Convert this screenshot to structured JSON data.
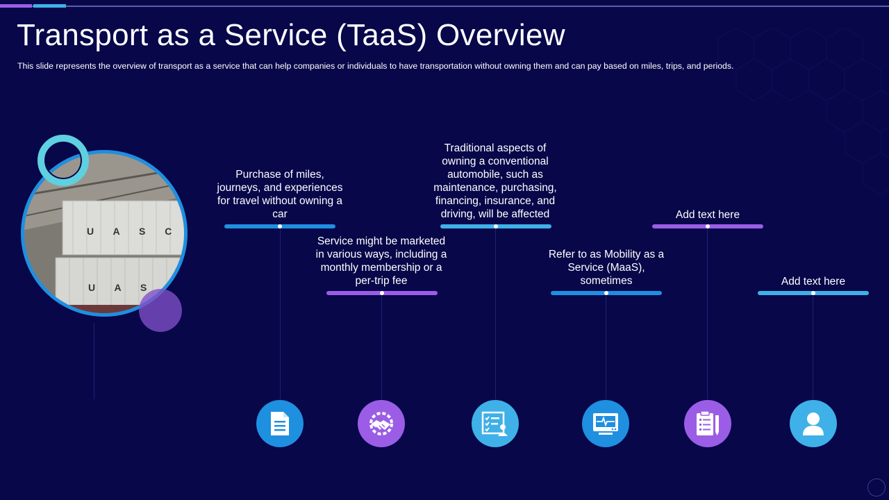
{
  "slide": {
    "title": "Transport as a Service (TaaS) Overview",
    "subtitle": "This slide represents the overview  of transport as a service that can help companies or individuals  to have  transportation without owning them and can pay based on miles, trips, and periods."
  },
  "photo": {
    "container_labels": [
      "U A S C",
      "U A S C"
    ]
  },
  "steps": [
    {
      "text": "Purchase of miles, journeys,  and experiences for travel without owning a car",
      "color": "#1f8fe0",
      "icon": "document-icon"
    },
    {
      "text": "Service might be marketed in various ways, including a monthly membership or a per-trip fee",
      "color": "#9b5de5",
      "icon": "handshake-icon"
    },
    {
      "text": "Traditional aspects of owning a conventional automobile, such as maintenance, purchasing, financing, insurance, and driving, will be affected",
      "color": "#3fb0e8",
      "icon": "checklist-user-icon"
    },
    {
      "text": "Refer to as Mobility as a Service (MaaS), sometimes",
      "color": "#1f8fe0",
      "icon": "monitor-pulse-icon"
    },
    {
      "text": "Add text here",
      "color": "#9b5de5",
      "icon": "clipboard-pencil-icon"
    },
    {
      "text": "Add text here",
      "color": "#3fb0e8",
      "icon": "user-icon"
    }
  ]
}
